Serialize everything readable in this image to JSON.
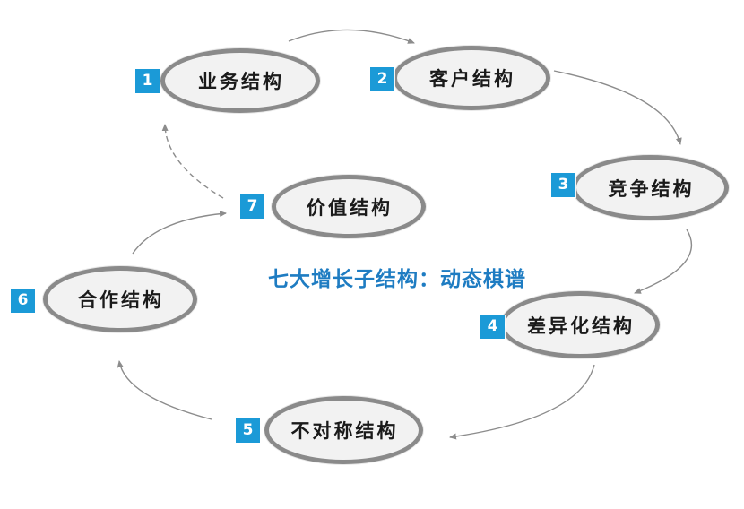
{
  "title": {
    "text": "七大增长子结构：动态棋谱",
    "color": "#1E7CC2"
  },
  "nodes": [
    {
      "number": "1",
      "label": "业务结构"
    },
    {
      "number": "2",
      "label": "客户结构"
    },
    {
      "number": "3",
      "label": "竞争结构"
    },
    {
      "number": "4",
      "label": "差异化结构"
    },
    {
      "number": "5",
      "label": "不对称结构"
    },
    {
      "number": "6",
      "label": "合作结构"
    },
    {
      "number": "7",
      "label": "价值结构"
    }
  ],
  "edges": [
    {
      "from": "1",
      "to": "2",
      "style": "solid"
    },
    {
      "from": "2",
      "to": "3",
      "style": "solid"
    },
    {
      "from": "3",
      "to": "4",
      "style": "solid"
    },
    {
      "from": "4",
      "to": "5",
      "style": "solid"
    },
    {
      "from": "5",
      "to": "6",
      "style": "solid"
    },
    {
      "from": "6",
      "to": "7",
      "style": "solid"
    },
    {
      "from": "7",
      "to": "1",
      "style": "dashed"
    }
  ],
  "colors": {
    "badge_background": "#1B9AD7",
    "badge_text": "#FFFFFF",
    "ellipse_fill": "#F2F2F2",
    "ellipse_border": "#8A8A8A",
    "arrow": "#8C8C8C",
    "title_text": "#1E7CC2",
    "node_text": "#1A1A1A"
  }
}
